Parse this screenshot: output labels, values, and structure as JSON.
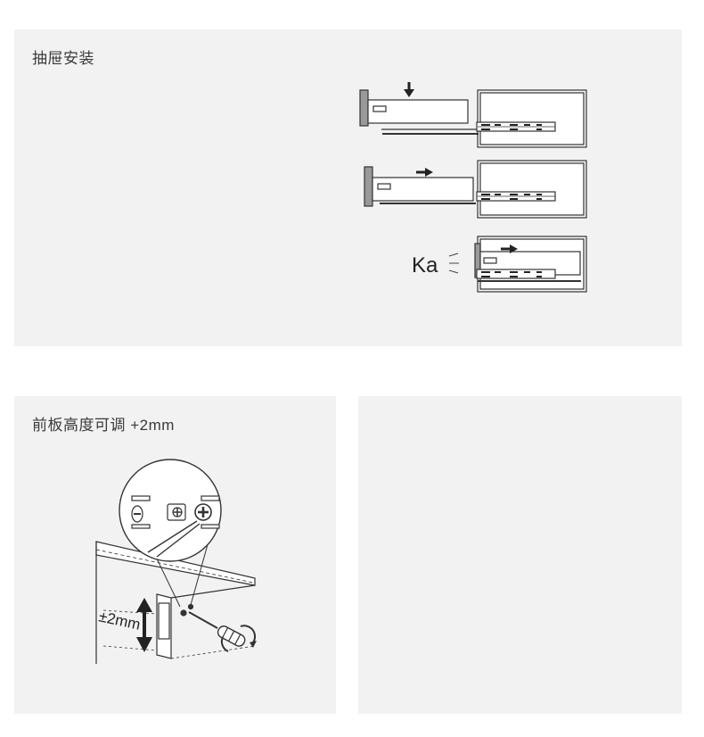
{
  "panels": {
    "install": {
      "title": "抽屉安装",
      "sound_label": "Ka"
    },
    "height_adjust": {
      "title": "前板高度可调 +2mm",
      "range_label": "±2mm"
    },
    "blank": {}
  },
  "colors": {
    "panel_bg": "#f2f2f2",
    "line": "#333333",
    "title": "#3a3a3a"
  },
  "icons": [
    "arrow-down-icon",
    "arrow-right-icon",
    "screwdriver-icon",
    "rotate-arrow-icon",
    "vertical-double-arrow-icon"
  ]
}
